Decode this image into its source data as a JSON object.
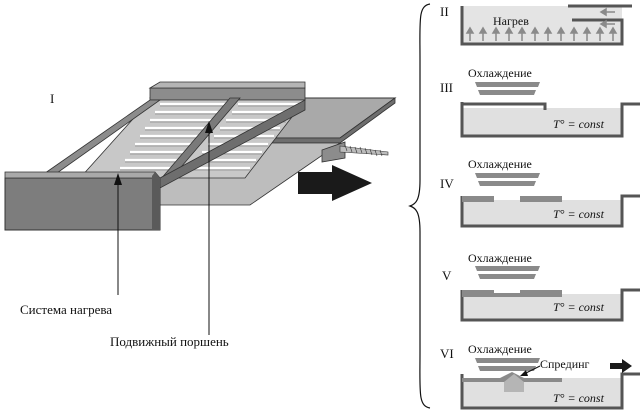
{
  "left_panel": {
    "roman": "I",
    "label_heating_system": "Система нагрева",
    "label_piston": "Подвижный поршень"
  },
  "stages": [
    {
      "roman": "II",
      "caption": "Нагрев",
      "tconst": ""
    },
    {
      "roman": "III",
      "caption": "Охлаждение",
      "tconst": "T° = const"
    },
    {
      "roman": "IV",
      "caption": "Охлаждение",
      "tconst": "T° = const"
    },
    {
      "roman": "V",
      "caption": "Охлаждение",
      "tconst": "T° = const"
    },
    {
      "roman": "VI",
      "caption": "Охлаждение",
      "tconst": "T° = const",
      "extra": "Спрединг"
    }
  ],
  "colors": {
    "dark_gray": "#6e6e6e",
    "mid_gray": "#9a9a9a",
    "light_gray": "#cfcfcf",
    "fill_light": "#dcdcdc",
    "arrow": "#1a1a1a"
  }
}
